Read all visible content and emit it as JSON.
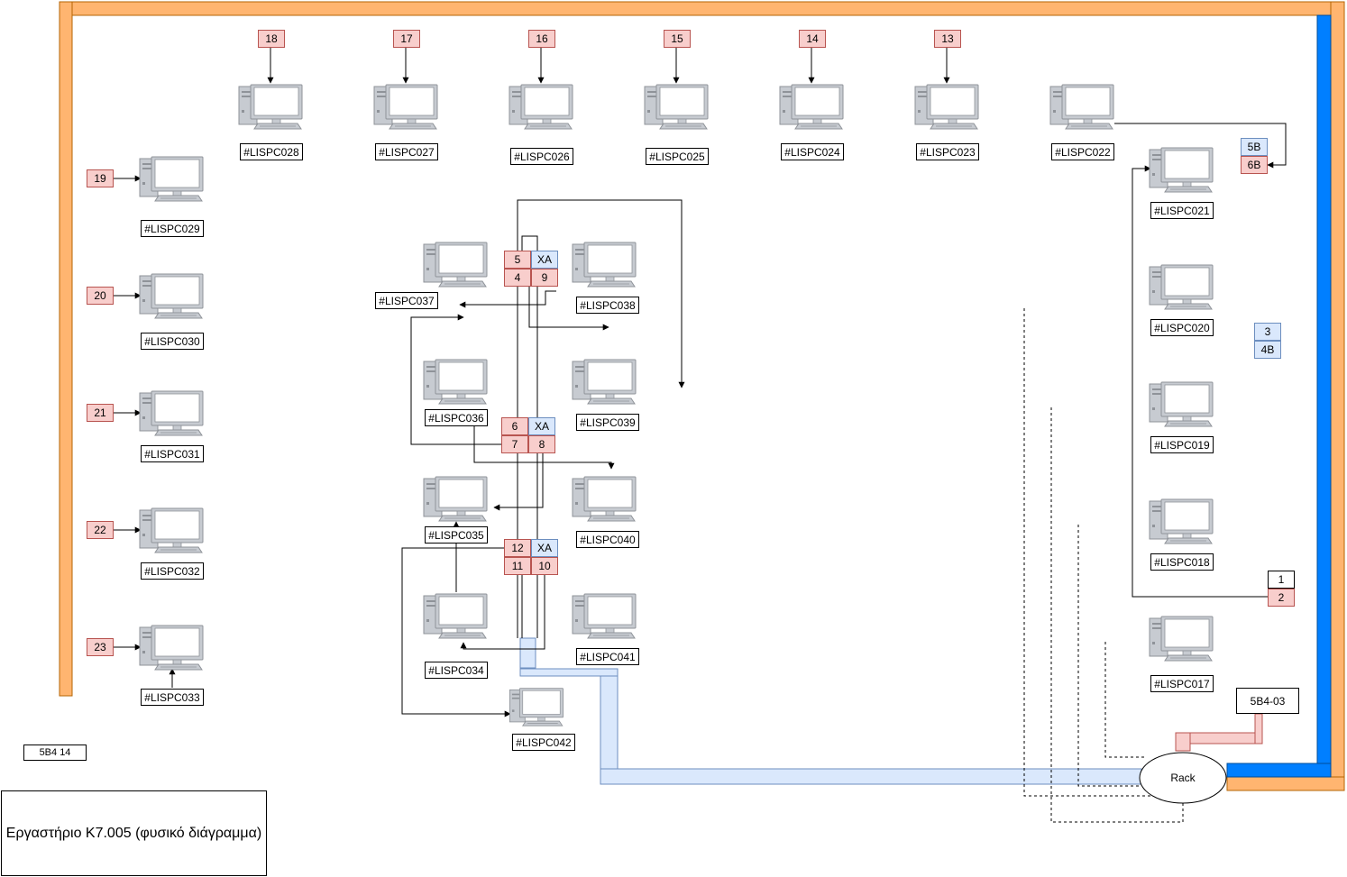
{
  "title": "Εργαστήριο K7.005 (φυσικό διάγραμμα)",
  "room_code": "5B4 14",
  "rack_label": "Rack",
  "switch_label": "5B4-03",
  "colors": {
    "wall": "#ffb570",
    "wall_border": "#b46504",
    "blue_wall": "#007fff",
    "port_red_fill": "#f8cecc",
    "port_blue_fill": "#dae8fc",
    "duct_fill": "#dae8fc"
  },
  "top_row": [
    {
      "id": "#LISPC028",
      "port": "18"
    },
    {
      "id": "#LISPC027",
      "port": "17"
    },
    {
      "id": "#LISPC026",
      "port": "16"
    },
    {
      "id": "#LISPC025",
      "port": "15"
    },
    {
      "id": "#LISPC024",
      "port": "14"
    },
    {
      "id": "#LISPC023",
      "port": "13"
    },
    {
      "id": "#LISPC022",
      "port": ""
    }
  ],
  "left_col": [
    {
      "id": "#LISPC029",
      "port": "19"
    },
    {
      "id": "#LISPC030",
      "port": "20"
    },
    {
      "id": "#LISPC031",
      "port": "21"
    },
    {
      "id": "#LISPC032",
      "port": "22"
    },
    {
      "id": "#LISPC033",
      "port": "23"
    }
  ],
  "right_col": [
    {
      "id": "#LISPC021"
    },
    {
      "id": "#LISPC020"
    },
    {
      "id": "#LISPC019"
    },
    {
      "id": "#LISPC018"
    },
    {
      "id": "#LISPC017"
    }
  ],
  "center": [
    {
      "id": "#LISPC037"
    },
    {
      "id": "#LISPC038"
    },
    {
      "id": "#LISPC036"
    },
    {
      "id": "#LISPC039"
    },
    {
      "id": "#LISPC035"
    },
    {
      "id": "#LISPC040"
    },
    {
      "id": "#LISPC034"
    },
    {
      "id": "#LISPC041"
    },
    {
      "id": "#LISPC042"
    }
  ],
  "wall_ports": {
    "p5b": "5B",
    "p6b": "6B",
    "p3": "3",
    "p4b": "4B",
    "p1": "1",
    "p2": "2"
  },
  "desk_ports": {
    "a": [
      "5",
      "XA",
      "4",
      "9"
    ],
    "b": [
      "6",
      "XA",
      "7",
      "8"
    ],
    "c": [
      "12",
      "XA",
      "11",
      "10"
    ]
  }
}
